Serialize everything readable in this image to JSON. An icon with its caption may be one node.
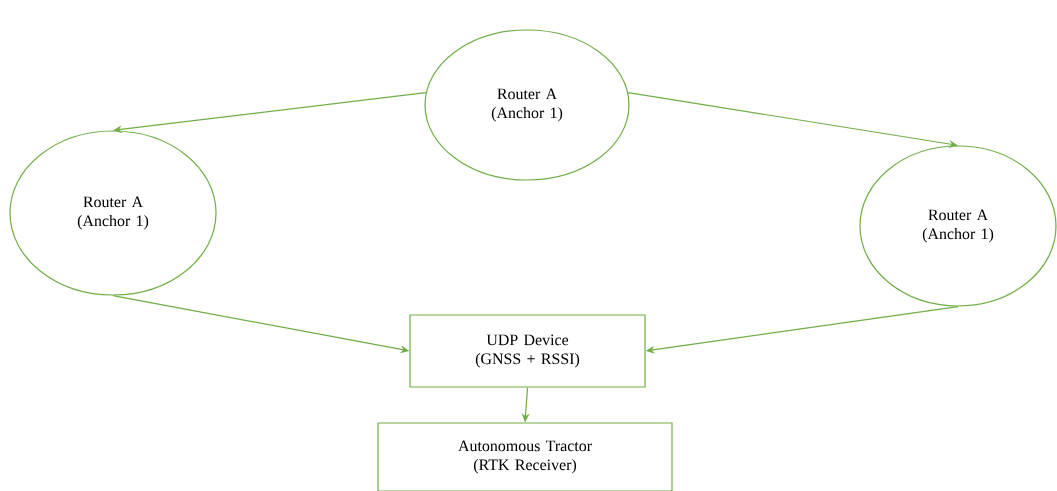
{
  "diagram": {
    "nodes": [
      {
        "text": [
          "Router A (Anchor 1)"
        ]
      },
      {
        "text": [
          "Router A (Anchor 1)"
        ]
      },
      {
        "text": [
          "Router A (Anchor 1)"
        ]
      },
      {
        "text": [
          "UDP Device (GNSS + RSSI)"
        ]
      },
      {
        "text": [
          "Autonomous Tractor (RTK Receiver)"
        ]
      }
    ],
    "edges": [
      {
        "from": 0,
        "to": 1,
        "arrow": "to"
      },
      {
        "from": 0,
        "to": 2,
        "arrow": "to"
      },
      {
        "from": 1,
        "to": 3,
        "arrow": "to"
      },
      {
        "from": 2,
        "to": 3,
        "arrow": "to"
      },
      {
        "from": 3,
        "to": 4,
        "arrow": "to"
      }
    ]
  }
}
